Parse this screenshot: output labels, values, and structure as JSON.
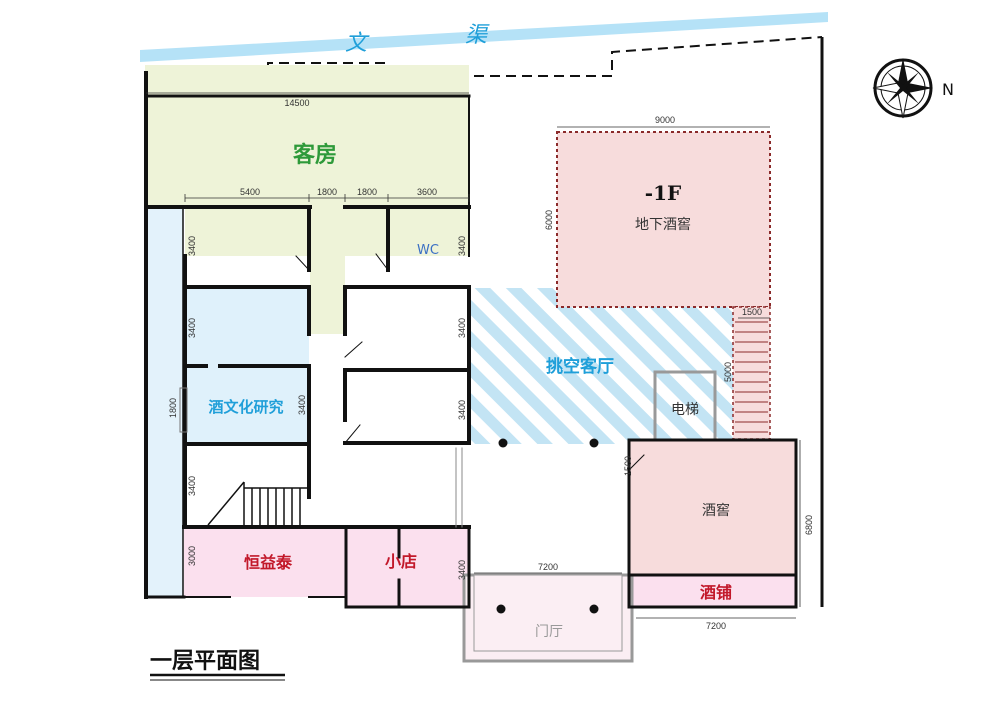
{
  "plan": {
    "title": "一层平面图",
    "canal": {
      "char1": "文",
      "char2": "渠"
    },
    "north_label": "N",
    "rooms": {
      "guest_rooms": "客房",
      "wc": "WC",
      "wine_culture": "酒文化研究",
      "hengyitai": "恒益泰",
      "small_shop": "小店",
      "atrium": "挑空客厅",
      "elevator": "电梯",
      "cellar_basement_level": "-1F",
      "cellar_basement": "地下酒窖",
      "wine_cellar": "酒窖",
      "wine_shop": "酒铺",
      "foyer": "门厅"
    },
    "dimensions": {
      "top_width": "14500",
      "d5400": "5400",
      "d1800a": "1800",
      "d1800b": "1800",
      "d3600": "3600",
      "h3400_left_a": "3400",
      "h3400_right_a": "3400",
      "h3400_left_b": "3400",
      "h3400_mid": "3400",
      "h1800": "1800",
      "h3400_right_b": "3400",
      "h3400_right_c": "3400",
      "h3400_left_c": "3400",
      "h3000": "3000",
      "h3400_right_d": "3400",
      "cellar_w9000": "9000",
      "cellar_h6000": "6000",
      "stair_1500": "1500",
      "stair_5000": "5000",
      "cellar_1500": "1500",
      "cellar_6800": "6800",
      "foyer_7200": "7200",
      "shop_7200": "7200"
    }
  },
  "colors": {
    "guest_room_fill": "#eef3d8",
    "culture_fill": "#dff1fb",
    "left_strip_fill": "#e3f2fb",
    "shop_fill": "#fbe0ee",
    "cellar_fill": "#f7dcdc",
    "canal_blue": "#b5e2f7",
    "atrium_hatch": "#bfe3f3",
    "wall": "#111111",
    "green_text": "#2e9a3a",
    "blue_text": "#1f9fd9",
    "red_text": "#c2182a"
  }
}
